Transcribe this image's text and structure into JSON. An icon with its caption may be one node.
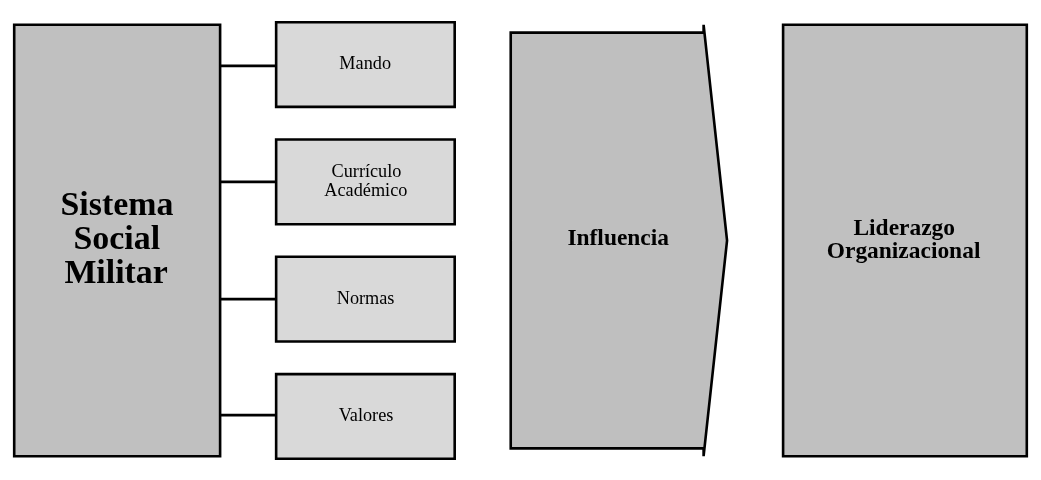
{
  "diagram": {
    "nodes": [
      {
        "text": [
          "Sistema Social Militar"
        ]
      },
      {
        "text": [
          "Mando"
        ]
      },
      {
        "text": [
          "Currículo Académico"
        ]
      },
      {
        "text": [
          "Normas"
        ]
      },
      {
        "text": [
          "Valores"
        ]
      },
      {
        "text": [
          "Influencia"
        ]
      },
      {
        "text": [
          "Liderazgo Organizacional"
        ]
      }
    ],
    "edges": [
      {
        "from": 0,
        "to": 1,
        "arrow": "none"
      },
      {
        "from": 0,
        "to": 2,
        "arrow": "none"
      },
      {
        "from": 0,
        "to": 3,
        "arrow": "none"
      },
      {
        "from": 0,
        "to": 4,
        "arrow": "none"
      }
    ]
  }
}
